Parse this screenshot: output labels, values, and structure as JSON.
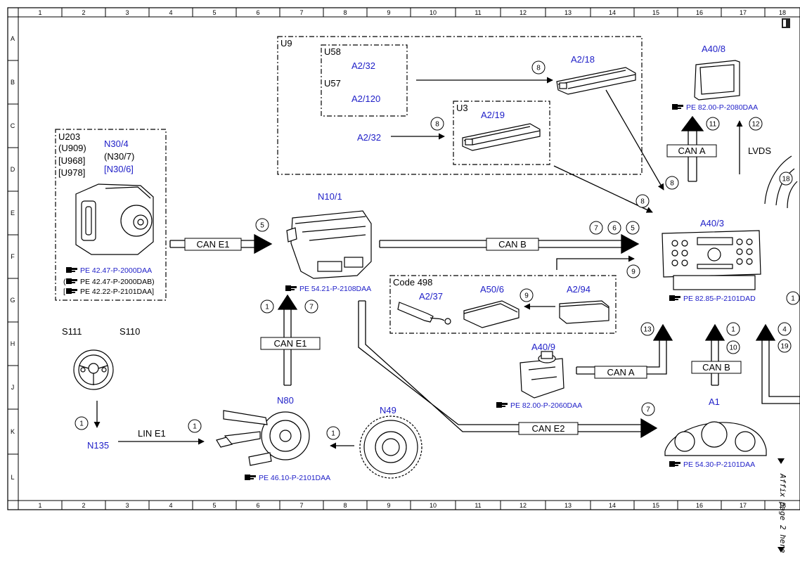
{
  "grid": {
    "cols": [
      "1",
      "2",
      "3",
      "4",
      "5",
      "6",
      "7",
      "8",
      "9",
      "10",
      "11",
      "12",
      "13",
      "14",
      "15",
      "16",
      "17",
      "18"
    ],
    "rows": [
      "A",
      "B",
      "C",
      "D",
      "E",
      "F",
      "G",
      "H",
      "J",
      "K",
      "L"
    ]
  },
  "groups": {
    "u9": "U9",
    "u58": "U58",
    "u57": "U57",
    "u3": "U3",
    "u203": "U203",
    "u909": "(U909)",
    "u968": "[U968]",
    "u978": "[U978]",
    "code498": "Code 498"
  },
  "components": {
    "a2_32_top": "A2/32",
    "a2_120": "A2/120",
    "a2_18": "A2/18",
    "a2_19": "A2/19",
    "a2_32_left": "A2/32",
    "a40_8": "A40/8",
    "n30_4": "N30/4",
    "n30_7": "(N30/7)",
    "n30_6": "[N30/6]",
    "n10_1": "N10/1",
    "a40_3": "A40/3",
    "a2_37": "A2/37",
    "a50_6": "A50/6",
    "a2_94": "A2/94",
    "s111": "S111",
    "s110": "S110",
    "n135": "N135",
    "n80": "N80",
    "n49": "N49",
    "a40_9": "A40/9",
    "a1": "A1"
  },
  "buses": {
    "can_e1_a": "CAN E1",
    "can_b_a": "CAN B",
    "can_a_a": "CAN A",
    "lvds": "LVDS",
    "can_e1_b": "CAN E1",
    "lin_e1": "LIN E1",
    "can_a_b": "CAN A",
    "can_b_b": "CAN B",
    "can_e2": "CAN E2"
  },
  "refs": {
    "r_2080": "PE 82.00-P-2080DAA",
    "r_2000daa": "PE 42.47-P-2000DAA",
    "r_2000dab": "PE 42.47-P-2000DAB)",
    "r_2101daa_42": "PE 42.22-P-2101DAA]",
    "r_2108": "PE 54.21-P-2108DAA",
    "r_2101dad": "PE 82.85-P-2101DAD",
    "r_2060": "PE 82.00-P-2060DAA",
    "r_46": "PE 46.10-P-2101DAA",
    "r_54_30": "PE 54.30-P-2101DAA"
  },
  "callouts": {
    "c1": "8",
    "c2": "8",
    "c3": "11",
    "c4": "12",
    "c5": "8",
    "c6": "18",
    "c7": "8",
    "c8": "5",
    "c9": "7",
    "c10": "6",
    "c11": "5",
    "c12": "9",
    "c13": "9",
    "c14": "1",
    "c15": "7",
    "c16": "13",
    "c17": "1",
    "c18": "10",
    "c19": "4",
    "c20": "19",
    "c21": "1",
    "c22": "1",
    "c23": "1",
    "c24": "7",
    "c25": "1"
  },
  "fold_marker": "Affix page 2 here",
  "colors": {
    "link_text": "#2020c8",
    "line": "#000000",
    "background": "#ffffff"
  }
}
